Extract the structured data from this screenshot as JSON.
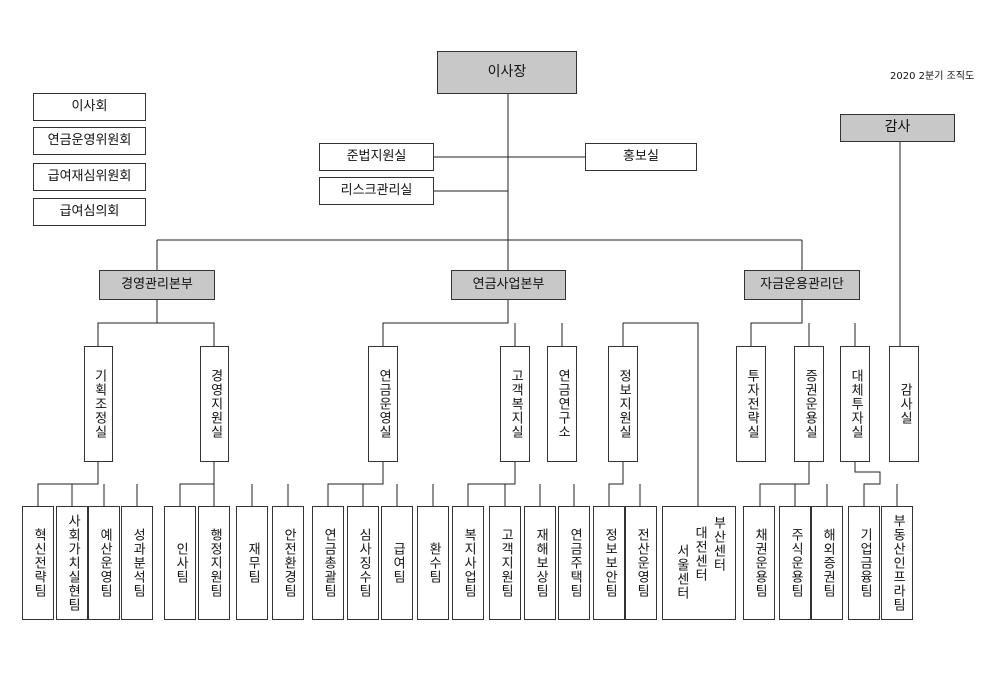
{
  "caption": "2020 2분기 조직도",
  "top": {
    "chairman": "이사장",
    "audit": "감사"
  },
  "committees": [
    "이사회",
    "연금운영위원회",
    "급여재심위원회",
    "급여심의회"
  ],
  "staff": {
    "compliance": "준법지원실",
    "risk": "리스크관리실",
    "pr": "홍보실"
  },
  "divisions": {
    "management": "경영관리본부",
    "pension": "연금사업본부",
    "fund": "자금운용관리단"
  },
  "offices": {
    "planning": "기획조정실",
    "support": "경영지원실",
    "operation": "연금운영실",
    "welfare": "고객복지실",
    "research": "연금연구소",
    "info": "정보지원실",
    "strategy": "투자전략실",
    "securities": "증권운용실",
    "alternative": "대체투자실",
    "auditoffice": "감사실"
  },
  "teams": {
    "innovation": "혁신전략팀",
    "social": "사회가치실현팀",
    "budget": "예산운영팀",
    "performance": "성과분석팀",
    "hr": "인사팀",
    "admin": "행정지원팀",
    "finance": "재무팀",
    "safety": "안전환경팀",
    "pensiongen": "연금총괄팀",
    "review": "심사징수팀",
    "benefit": "급여팀",
    "refund": "환수팀",
    "welfareteam": "복지사업팀",
    "customer": "고객지원팀",
    "disaster": "재해보상팀",
    "housing": "연금주택팀",
    "security": "정보보안팀",
    "it": "전산운영팀",
    "center_seoul": "서울센터",
    "center_daejeon": "대전센터",
    "center_busan": "부산센터",
    "bond": "채권운용팀",
    "stock": "주식운용팀",
    "overseas": "해외증권팀",
    "corporate": "기업금융팀",
    "realestate": "부동산인프라팀"
  }
}
